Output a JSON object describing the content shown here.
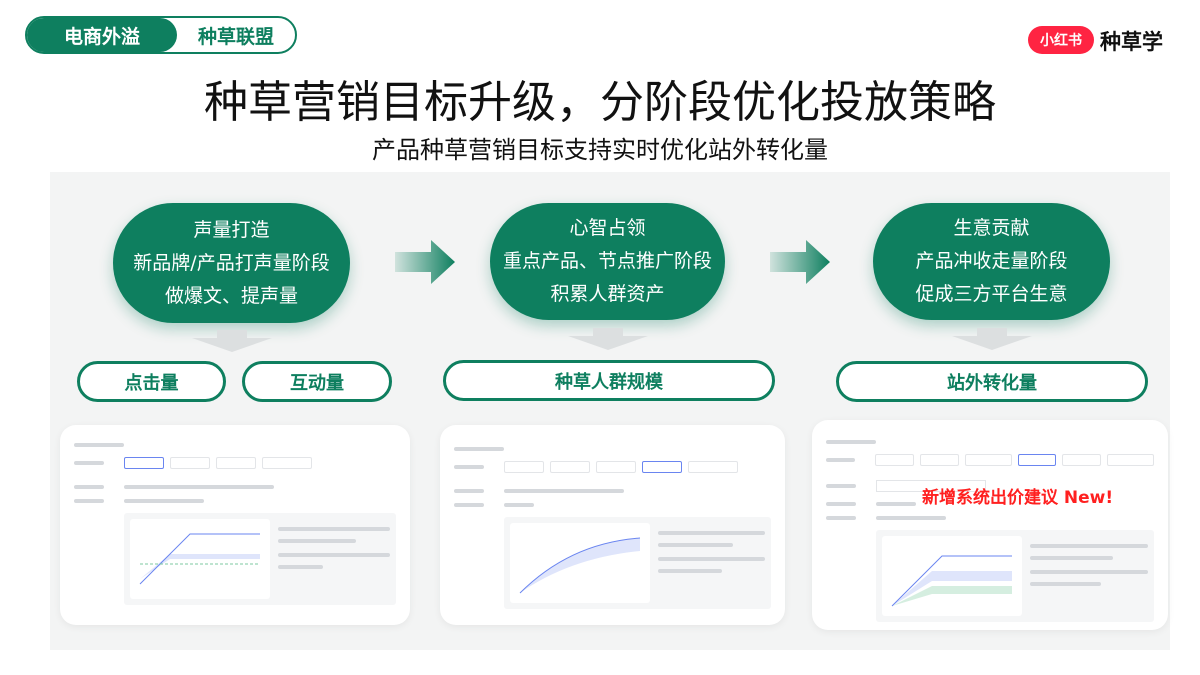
{
  "header": {
    "tag_primary": "电商外溢",
    "tag_secondary": "种草联盟",
    "logo": "小红书",
    "brand": "种草学"
  },
  "title": "种草营销目标升级，分阶段优化投放策略",
  "subtitle": "产品种草营销目标支持实时优化站外转化量",
  "colors": {
    "brand_green": "#0e7f5f",
    "logo_red": "#ff2442",
    "panel": "#f3f4f4",
    "highlight_red": "#ff2020"
  },
  "stages": [
    {
      "lines": [
        "声量打造",
        "新品牌/产品打声量阶段",
        "做爆文、提声量"
      ],
      "metrics": [
        "点击量",
        "互动量"
      ]
    },
    {
      "lines": [
        "心智占领",
        "重点产品、节点推广阶段",
        "积累人群资产"
      ],
      "metrics": [
        "种草人群规模"
      ]
    },
    {
      "lines": [
        "生意贡献",
        "产品冲收走量阶段",
        "促成三方平台生意"
      ],
      "metrics": [
        "站外转化量"
      ]
    }
  ],
  "overlay_note": "新增系统出价建议 New!"
}
